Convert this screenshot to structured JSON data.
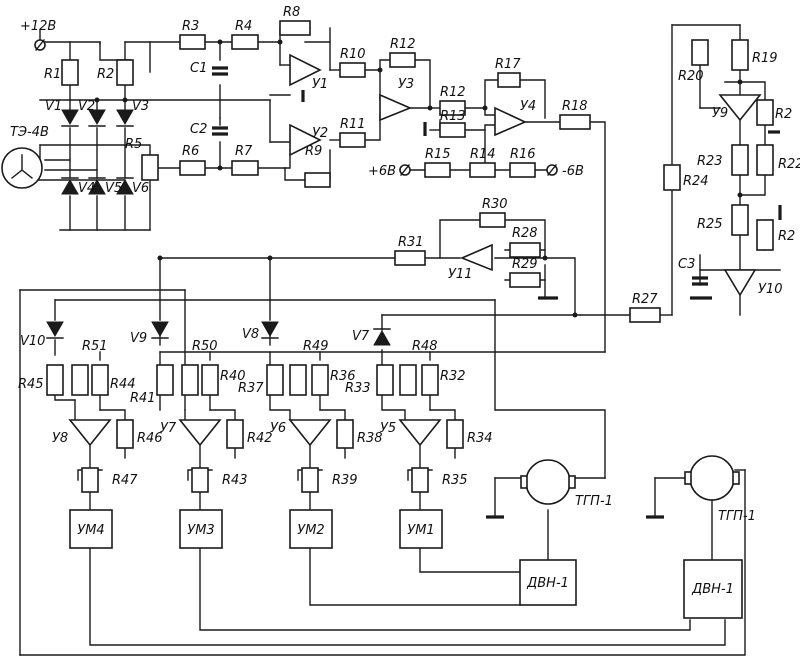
{
  "supplies": {
    "plus12": "+12B",
    "plus6": "+6B",
    "minus6": "-6B"
  },
  "sensor": {
    "label": "ТЭ-4В"
  },
  "resistors": {
    "R1": "R1",
    "R2": "R2",
    "R3": "R3",
    "R4": "R4",
    "R5": "R5",
    "R6": "R6",
    "R7": "R7",
    "R8": "R8",
    "R9": "R9",
    "R10": "R10",
    "R11": "R11",
    "R12a": "R12",
    "R12b": "R12",
    "R13": "R13",
    "R14": "R14",
    "R15": "R15",
    "R16": "R16",
    "R17": "R17",
    "R18": "R18",
    "R19": "R19",
    "R20": "R20",
    "R21": "R2",
    "R22": "R22",
    "R23": "R23",
    "R24": "R24",
    "R25": "R25",
    "R26": "R2",
    "R27": "R27",
    "R28": "R28",
    "R29": "R29",
    "R30": "R30",
    "R31": "R31",
    "R32": "R32",
    "R33": "R33",
    "R34": "R34",
    "R35": "R35",
    "R36": "R36",
    "R37": "R37",
    "R38": "R38",
    "R39": "R39",
    "R40": "R40",
    "R41": "R41",
    "R42": "R42",
    "R43": "R43",
    "R44": "R44",
    "R45": "R45",
    "R46": "R46",
    "R47": "R47",
    "R48": "R48",
    "R49": "R49",
    "R50": "R50",
    "R51": "R51"
  },
  "capacitors": {
    "C1": "C1",
    "C2": "C2",
    "C3": "C3"
  },
  "diodes": {
    "V1": "V1",
    "V2": "V2",
    "V3": "V3",
    "V4": "V4",
    "V5": "V5",
    "V6": "V6",
    "V7": "V7",
    "V8": "V8",
    "V9": "V9",
    "V10": "V10"
  },
  "amplifiers": {
    "U1": "У1",
    "U2": "У2",
    "U3": "У3",
    "U4": "У4",
    "U5": "У5",
    "U6": "У6",
    "U7": "У7",
    "U8": "У8",
    "U9": "У9",
    "U10": "У10",
    "U11": "У11"
  },
  "power_amps": {
    "UM1": "УМ1",
    "UM2": "УМ2",
    "UM3": "УМ3",
    "UM4": "УМ4"
  },
  "motors": {
    "DVN1a": "ДВН-1",
    "DVN1b": "ДВН-1"
  },
  "tachos": {
    "TGP1a": "ТГП-1",
    "TGP1b": "ТГП-1"
  }
}
